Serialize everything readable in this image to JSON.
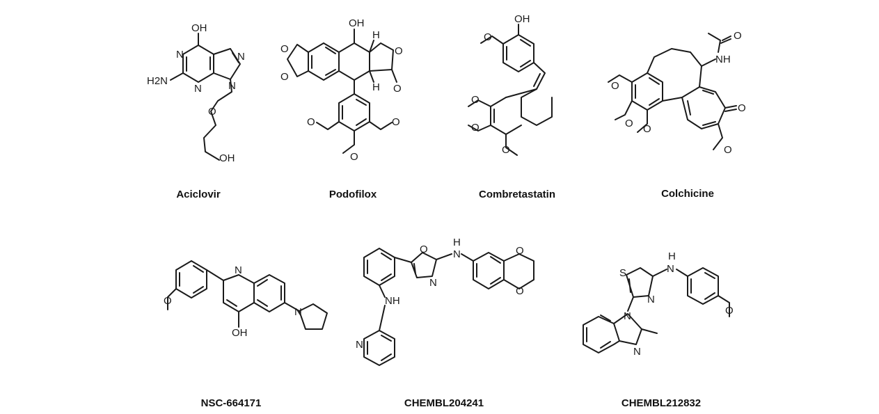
{
  "figure": {
    "compounds": [
      {
        "name": "Aciclovir",
        "atoms": [
          "OH",
          "N",
          "N",
          "H2N",
          "N",
          "N",
          "O",
          "OH"
        ]
      },
      {
        "name": "Podofilox",
        "atoms": [
          "OH",
          "H",
          "O",
          "O",
          "O",
          "O",
          "H",
          "O",
          "O",
          "O"
        ]
      },
      {
        "name": "Combretastatin",
        "atoms": [
          "OH",
          "O",
          "O",
          "O",
          "O"
        ]
      },
      {
        "name": "Colchicine",
        "atoms": [
          "O",
          "NH",
          "O",
          "O",
          "O",
          "O",
          "O"
        ]
      },
      {
        "name": "NSC-664171",
        "atoms": [
          "O",
          "N",
          "OH",
          "N"
        ]
      },
      {
        "name": "CHEMBL204241",
        "atoms": [
          "H",
          "N",
          "O",
          "N",
          "O",
          "O",
          "NH",
          "N"
        ]
      },
      {
        "name": "CHEMBL212832",
        "atoms": [
          "S",
          "H",
          "N",
          "N",
          "N",
          "N",
          "O"
        ]
      }
    ]
  }
}
